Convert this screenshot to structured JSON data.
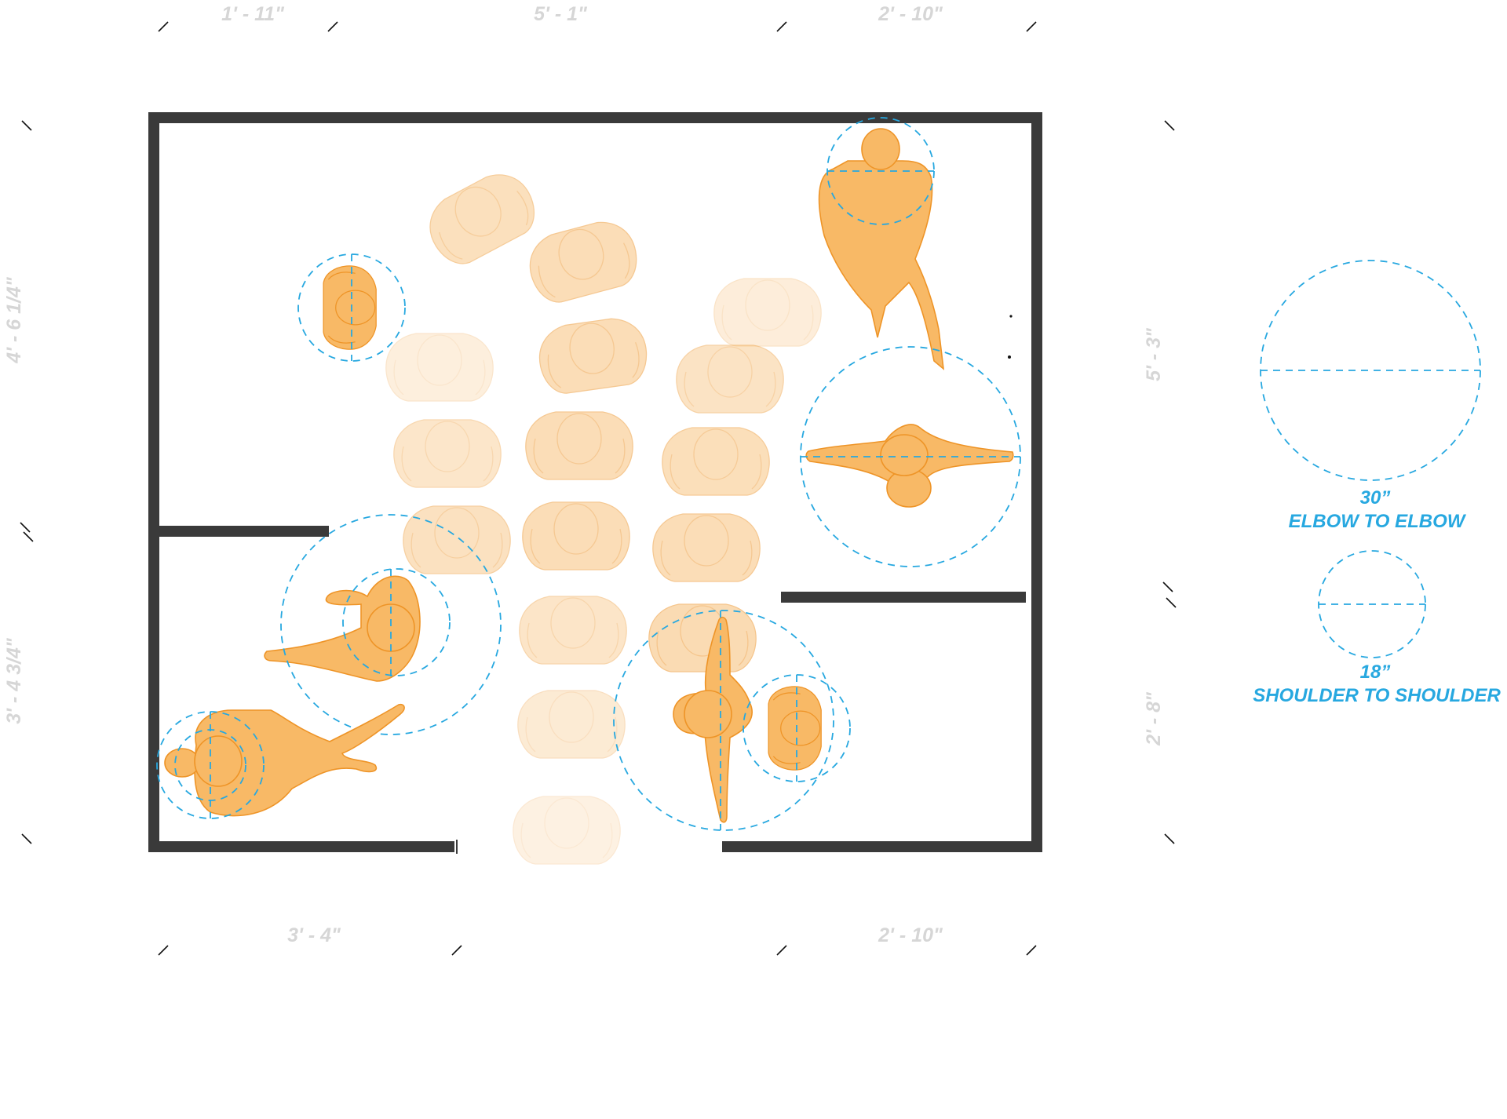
{
  "dimensions": {
    "top": [
      "1' - 11\"",
      "5' - 1\"",
      "2' - 10\""
    ],
    "bottom": [
      "3' - 4\"",
      "2' - 10\""
    ],
    "left": [
      "4' - 6 1/4\"",
      "3' - 4 3/4\""
    ],
    "right": [
      "5' - 3\"",
      "2' - 8\""
    ]
  },
  "legend": {
    "large": {
      "value": "30”",
      "label": "ELBOW TO ELBOW"
    },
    "small": {
      "value": "18”",
      "label": "SHOULDER TO SHOULDER"
    }
  },
  "colors": {
    "wall": "#3a3a3a",
    "figure_fill": "#f8b966",
    "figure_stroke": "#ee9427",
    "dashed_circle": "#27a8e0",
    "dimension_text": "#d6d6d6"
  }
}
